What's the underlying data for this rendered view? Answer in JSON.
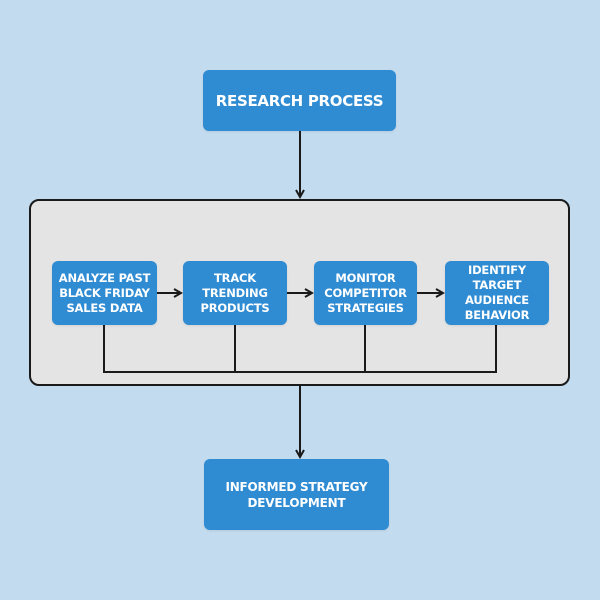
{
  "diagram": {
    "title": "RESEARCH PROCESS",
    "steps": [
      {
        "label": "ANALYZE PAST\nBLACK FRIDAY\nSALES DATA"
      },
      {
        "label": "TRACK\nTRENDING\nPRODUCTS"
      },
      {
        "label": "MONITOR\nCOMPETITOR\nSTRATEGIES"
      },
      {
        "label": "IDENTIFY\nTARGET AUDIENCE\nBEHAVIOR"
      }
    ],
    "outcome": "INFORMED STRATEGY\nDEVELOPMENT",
    "colors": {
      "background": "#c3dbef",
      "box": "#2f8bd2",
      "box_text": "#ffffff",
      "container": "#e4e4e4",
      "line": "#1a1a1a"
    }
  }
}
